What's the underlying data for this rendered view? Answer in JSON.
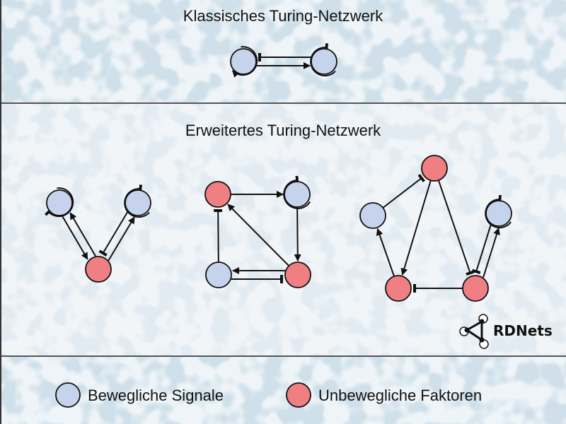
{
  "colors": {
    "mobile_fill": "#c5d3ec",
    "immobile_fill": "#ef7f82",
    "outline": "#111111",
    "band_bg": "#cfe0ea",
    "band_light": "#eef4f8",
    "middle_bg": "#eef3f7",
    "divider": "#555555"
  },
  "titles": {
    "classic": "Klassisches Turing-Netzwerk",
    "extended": "Erweitertes Turing-Netzwerk"
  },
  "legend": {
    "mobile": "Bewegliche Signale",
    "immobile": "Unbewegliche Faktoren"
  },
  "logo": {
    "text": "RDNets"
  },
  "networks": [
    {
      "id": "classic",
      "nodes": [
        {
          "id": "A",
          "type": "mobile"
        },
        {
          "id": "B",
          "type": "mobile"
        }
      ],
      "edges": [
        {
          "from": "A",
          "to": "A",
          "kind": "activation",
          "self_loop": true
        },
        {
          "from": "A",
          "to": "B",
          "kind": "activation"
        },
        {
          "from": "B",
          "to": "A",
          "kind": "inhibition"
        },
        {
          "from": "B",
          "to": "B",
          "kind": "inhibition",
          "self_loop": true
        }
      ]
    },
    {
      "id": "extended-1",
      "nodes": [
        {
          "id": "A",
          "type": "mobile"
        },
        {
          "id": "B",
          "type": "mobile"
        },
        {
          "id": "C",
          "type": "immobile"
        }
      ],
      "edges": [
        {
          "from": "A",
          "to": "A",
          "kind": "inhibition",
          "self_loop": true
        },
        {
          "from": "B",
          "to": "B",
          "kind": "inhibition",
          "self_loop": true
        },
        {
          "from": "A",
          "to": "C",
          "kind": "activation"
        },
        {
          "from": "C",
          "to": "A",
          "kind": "activation"
        },
        {
          "from": "B",
          "to": "C",
          "kind": "inhibition"
        },
        {
          "from": "C",
          "to": "B",
          "kind": "activation"
        }
      ]
    },
    {
      "id": "extended-2",
      "nodes": [
        {
          "id": "A",
          "type": "immobile"
        },
        {
          "id": "B",
          "type": "mobile"
        },
        {
          "id": "C",
          "type": "mobile"
        },
        {
          "id": "D",
          "type": "immobile"
        }
      ],
      "edges": [
        {
          "from": "A",
          "to": "B",
          "kind": "activation"
        },
        {
          "from": "B",
          "to": "B",
          "kind": "inhibition",
          "self_loop": true
        },
        {
          "from": "B",
          "to": "D",
          "kind": "activation"
        },
        {
          "from": "D",
          "to": "A",
          "kind": "activation"
        },
        {
          "from": "C",
          "to": "A",
          "kind": "inhibition"
        },
        {
          "from": "C",
          "to": "D",
          "kind": "inhibition"
        },
        {
          "from": "D",
          "to": "C",
          "kind": "activation"
        }
      ]
    },
    {
      "id": "extended-3",
      "nodes": [
        {
          "id": "T",
          "type": "immobile"
        },
        {
          "id": "L",
          "type": "mobile"
        },
        {
          "id": "R",
          "type": "mobile"
        },
        {
          "id": "BL",
          "type": "immobile"
        },
        {
          "id": "BR",
          "type": "immobile"
        }
      ],
      "edges": [
        {
          "from": "L",
          "to": "T",
          "kind": "inhibition"
        },
        {
          "from": "T",
          "to": "BL",
          "kind": "activation"
        },
        {
          "from": "T",
          "to": "BR",
          "kind": "inhibition"
        },
        {
          "from": "BL",
          "to": "L",
          "kind": "activation"
        },
        {
          "from": "BR",
          "to": "BL",
          "kind": "inhibition"
        },
        {
          "from": "BR",
          "to": "R",
          "kind": "activation"
        },
        {
          "from": "R",
          "to": "BR",
          "kind": "inhibition"
        },
        {
          "from": "R",
          "to": "R",
          "kind": "inhibition",
          "self_loop": true
        }
      ]
    }
  ]
}
